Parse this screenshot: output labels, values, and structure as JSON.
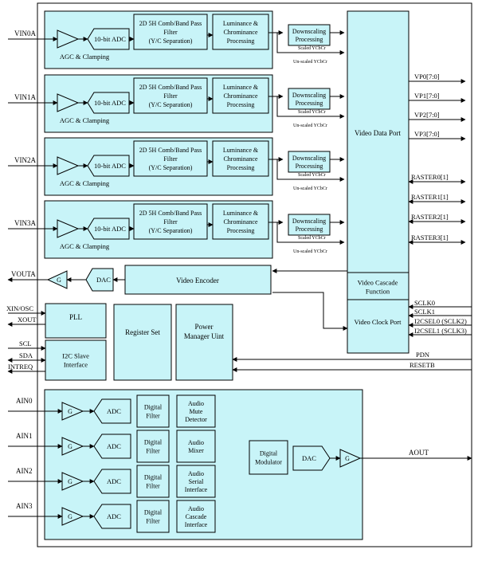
{
  "video_channels": [
    {
      "input": "VIN0A",
      "adc": "10-bit ADC",
      "agc": "AGC & Clamping",
      "comb": [
        "2D 5H Comb/Band Pass",
        "Filter",
        "(Y/C Separation)"
      ],
      "luma": [
        "Luminance &",
        "Chrominance",
        "Processing"
      ],
      "downscale": [
        "Downscaling",
        "Processing"
      ],
      "scaled": "Scaled YCbCr",
      "unscaled": "Un-scaled YCbCr"
    },
    {
      "input": "VIN1A",
      "adc": "10-bit ADC",
      "agc": "AGC & Clamping",
      "comb": [
        "2D 5H Comb/Band Pass",
        "Filter",
        "(Y/C Separation)"
      ],
      "luma": [
        "Luminance &",
        "Chrominance",
        "Processing"
      ],
      "downscale": [
        "Downscaling",
        "Processing"
      ],
      "scaled": "Scaled YCbCr",
      "unscaled": "Un-scaled YCbCr"
    },
    {
      "input": "VIN2A",
      "adc": "10-bit ADC",
      "agc": "AGC & Clamping",
      "comb": [
        "2D 5H Comb/Band Pass",
        "Filter",
        "(Y/C Separation)"
      ],
      "luma": [
        "Luminance &",
        "Chrominance",
        "Processing"
      ],
      "downscale": [
        "Downscaling",
        "Processing"
      ],
      "scaled": "Scaled YCbCr",
      "unscaled": "Un-scaled YCbCr"
    },
    {
      "input": "VIN3A",
      "adc": "10-bit ADC",
      "agc": "AGC & Clamping",
      "comb": [
        "2D 5H Comb/Band Pass",
        "Filter",
        "(Y/C Separation)"
      ],
      "luma": [
        "Luminance &",
        "Chrominance",
        "Processing"
      ],
      "downscale": [
        "Downscaling",
        "Processing"
      ],
      "scaled": "Scaled YCbCr",
      "unscaled": "Un-scaled YCbCr"
    }
  ],
  "video_data_port": "Video Data Port",
  "video_cascade": [
    "Video Cascade",
    "Function"
  ],
  "video_clock_port": "Video Clock Port",
  "vp_outputs": [
    "VP0[7:0]",
    "VP1[7:0]",
    "VP2[7:0]",
    "VP3[7:0]"
  ],
  "raster_outputs": [
    "RASTER0[1]",
    "RASTER1[1]",
    "RASTER2[1]",
    "RASTER3[1]"
  ],
  "clock_signals": [
    "SCLK0",
    "SCLK1",
    "I2CSEL0 (SCLK2)",
    "I2CSEL1 (SCLK3)"
  ],
  "encoder": {
    "output": "VOUTA",
    "g": "G",
    "dac": "DAC",
    "label": "Video Encoder"
  },
  "pll": {
    "label": "PLL",
    "xin": "XIN/OSC",
    "xout": "XOUT"
  },
  "i2c": {
    "label": [
      "I2C Slave",
      "Interface"
    ],
    "scl": "SCL",
    "sda": "SDA",
    "intreq": "INTREQ"
  },
  "register_set": "Register  Set",
  "power_manager": [
    "Power",
    "Manager Uint"
  ],
  "control_inputs": [
    "PDN",
    "RESETB"
  ],
  "audio_channels": [
    {
      "input": "AIN0",
      "g": "G",
      "adc": "ADC",
      "filter": [
        "Digital",
        "Filter"
      ],
      "block": [
        "Audio",
        "Mute",
        "Detector"
      ]
    },
    {
      "input": "AIN1",
      "g": "G",
      "adc": "ADC",
      "filter": [
        "Digital",
        "Filter"
      ],
      "block": [
        "Audio",
        "Mixer"
      ]
    },
    {
      "input": "AIN2",
      "g": "G",
      "adc": "ADC",
      "filter": [
        "Digital",
        "Filter"
      ],
      "block": [
        "Audio",
        "Serial",
        "Interface"
      ]
    },
    {
      "input": "AIN3",
      "g": "G",
      "adc": "ADC",
      "filter": [
        "Digital",
        "Filter"
      ],
      "block": [
        "Audio",
        "Cascade",
        "Interface"
      ]
    }
  ],
  "audio_output": {
    "modulator": [
      "Digital",
      "Modulator"
    ],
    "dac": "DAC",
    "g": "G",
    "output": "AOUT"
  }
}
